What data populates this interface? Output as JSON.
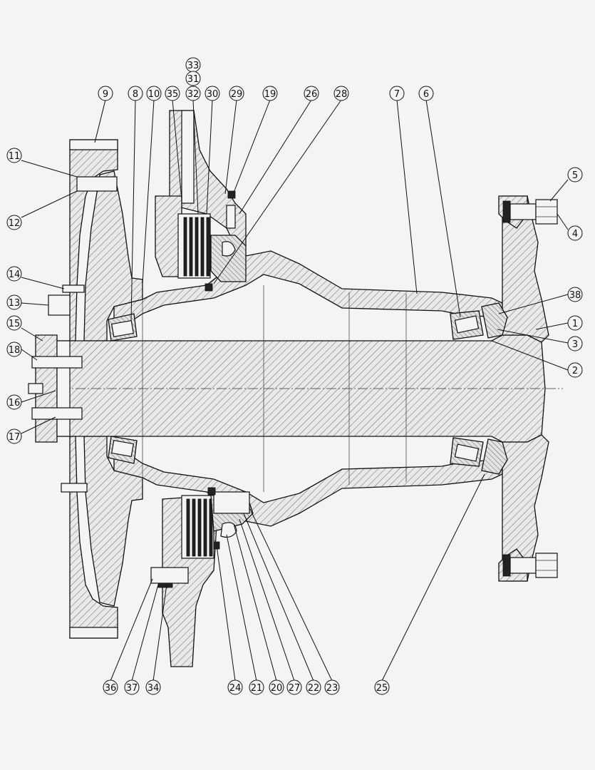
{
  "diagram": {
    "callouts": [
      "1",
      "2",
      "3",
      "4",
      "5",
      "6",
      "7",
      "8",
      "9",
      "10",
      "11",
      "12",
      "13",
      "14",
      "15",
      "16",
      "17",
      "18",
      "19",
      "20",
      "21",
      "22",
      "23",
      "24",
      "25",
      "26",
      "27",
      "28",
      "29",
      "30",
      "31",
      "32",
      "33",
      "34",
      "35",
      "36",
      "37",
      "38"
    ]
  },
  "colors": {
    "line": "#111111",
    "paper": "#f4f4f4"
  }
}
